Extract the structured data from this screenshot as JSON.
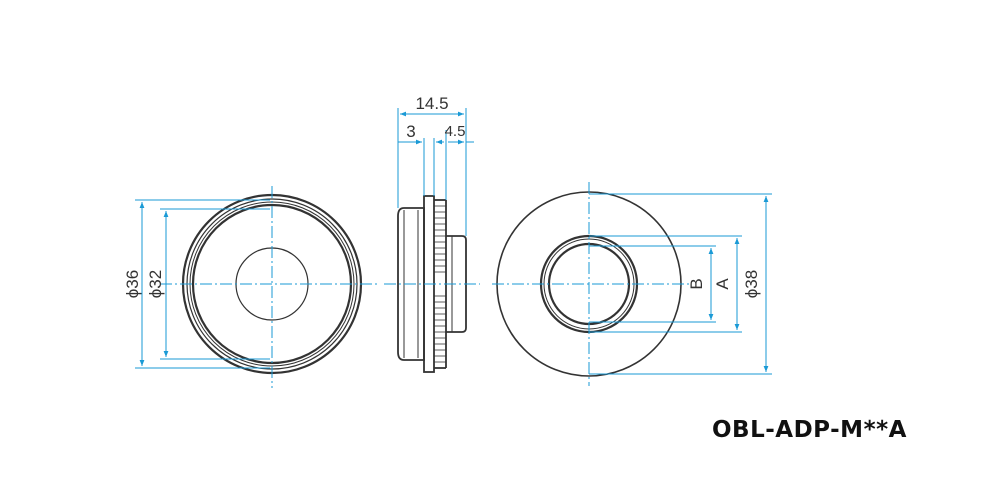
{
  "drawing": {
    "model_label": "OBL-ADP-M**A",
    "colors": {
      "outline": "#333333",
      "dimension": "#1a9ad6"
    }
  },
  "front_view": {
    "dimensions": {
      "outer_diameter": "ϕ36",
      "inner_diameter": "ϕ32"
    }
  },
  "side_view": {
    "dimensions": {
      "total_length": "14.5",
      "flange_width": "3",
      "thread_length": "4.5"
    }
  },
  "rear_view": {
    "dimensions": {
      "outer_diameter": "ϕ38",
      "bore_a": "A",
      "bore_b": "B"
    }
  }
}
